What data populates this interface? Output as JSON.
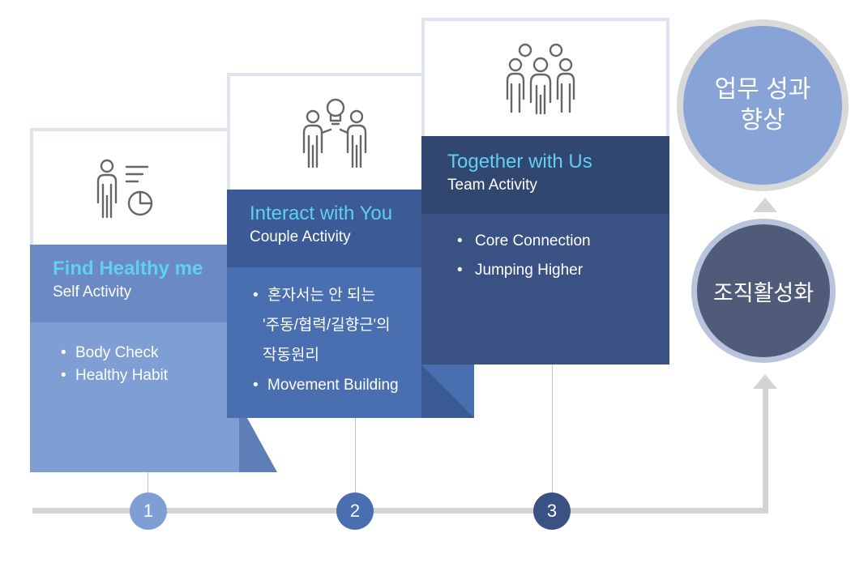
{
  "steps": [
    {
      "number": "1",
      "title": "Find Healthy me",
      "subtitle": "Self Activity",
      "items": [
        "Body Check",
        "Healthy Habit"
      ],
      "icon": "person-chart-icon"
    },
    {
      "number": "2",
      "title": "Interact with You",
      "subtitle": "Couple Activity",
      "items": [
        "혼자서는 안 되는",
        "'주동/협력/길향근'의",
        "작동원리",
        "Movement Building"
      ],
      "icon": "couple-idea-icon"
    },
    {
      "number": "3",
      "title": "Together with Us",
      "subtitle": "Team Activity",
      "items": [
        "Core Connection",
        "Jumping Higher"
      ],
      "icon": "team-icon"
    }
  ],
  "outcomes": {
    "top_line1": "업무 성과",
    "top_line2": "향상",
    "middle": "조직활성화"
  },
  "colors": {
    "step1": "#7f9fd4",
    "step2": "#4a6fb0",
    "step3": "#3a5283",
    "title_accent": "#5fd0f2",
    "top_circle": "#88a3d6",
    "middle_circle": "#4f5b78"
  }
}
